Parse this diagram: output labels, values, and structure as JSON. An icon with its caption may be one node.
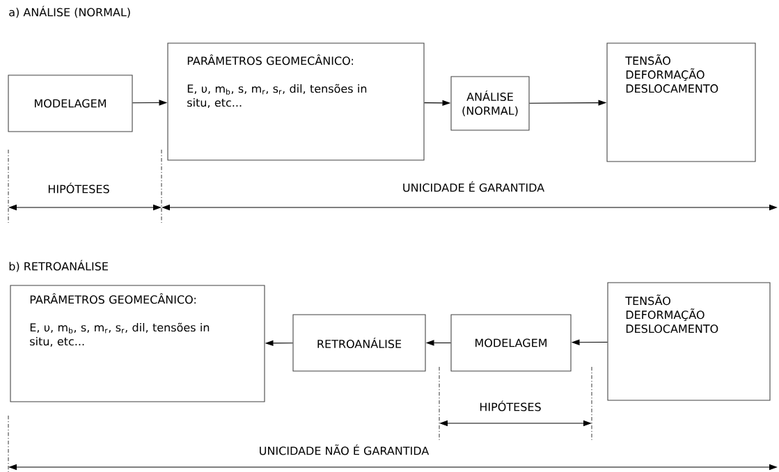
{
  "diagram": {
    "nodes": [
      {
        "text": [
          "MODELAGEM"
        ]
      },
      {
        "text": [
          "PARÂMETROS GEOMECÂNICO:",
          "E, υ, m$_{b}$, s, m$_{r}$, s$_{r}$, dil, tensões in situ, etc..."
        ]
      },
      {
        "text": [
          "ANÁLISE (NORMAL)"
        ]
      },
      {
        "text": [
          "TENSÃO DEFORMAÇÃO DESLOCAMENTO"
        ]
      },
      {
        "text": [
          "PARÂMETROS GEOMECÂNICO:",
          "E, υ, m$_{b}$, s, m$_{r}$, s$_{r}$, dil, tensões in situ, etc..."
        ]
      },
      {
        "text": [
          "RETROANÁLISE"
        ]
      },
      {
        "text": [
          "MODELAGEM"
        ]
      },
      {
        "text": [
          "TENSÃO DEFORMAÇÃO DESLOCAMENTO"
        ]
      }
    ],
    "edges": [
      {
        "from": 0,
        "to": 1,
        "arrow": "to"
      },
      {
        "from": 1,
        "to": 2,
        "arrow": "to"
      },
      {
        "from": 2,
        "to": 3,
        "arrow": "to"
      },
      {
        "from": 5,
        "to": 4,
        "arrow": "to"
      },
      {
        "from": 6,
        "to": 5,
        "arrow": "to"
      },
      {
        "from": 7,
        "to": 6,
        "arrow": "to"
      }
    ],
    "labels": [
      "a) ANÁLISE (NORMAL)",
      "HIPÓTESES",
      "UNICIDADE É GARANTIDA",
      "b) RETROANÁLISE",
      "HIPÓTESES",
      "UNICIDADE NÃO É GARANTIDA"
    ]
  }
}
